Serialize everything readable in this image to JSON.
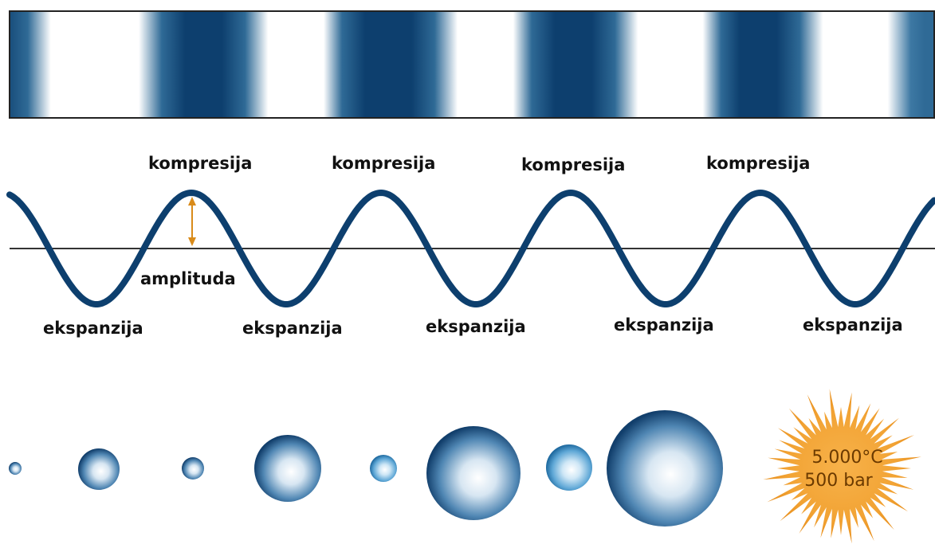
{
  "labels": {
    "compression": "kompresija",
    "expansion": "ekspanzija",
    "amplitude": "amplituda"
  },
  "burst": {
    "temperature": "5.000°C",
    "pressure": "500 bar"
  },
  "colors": {
    "wave": "#0d3f6e",
    "band_dark": "#0d3f6e",
    "amplitude_arrow": "#d98b1a",
    "burst_fill": "#f2a334",
    "baseline": "#333333"
  },
  "icons": [
    "amplitude-arrow-icon",
    "bubble-icon",
    "implosion-burst-icon"
  ]
}
